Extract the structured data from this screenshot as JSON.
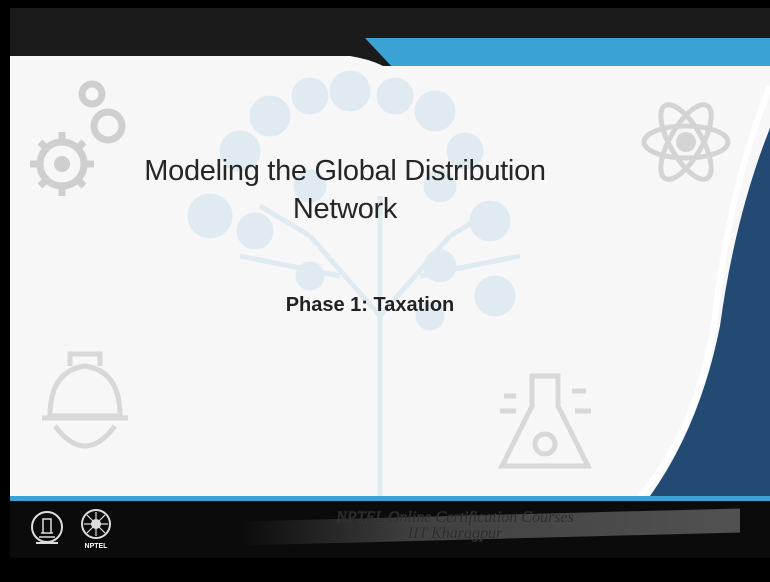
{
  "slide": {
    "title_line1": "Modeling the Global Distribution",
    "title_line2": "Network",
    "subtitle": "Phase 1: Taxation"
  },
  "footer": {
    "line1": "NPTEL Online Certification Courses",
    "line2": "IIT Kharagpur",
    "nptel_label": "NPTEL"
  },
  "colors": {
    "accent_blue": "#3aa3d3",
    "navy": "#234a73",
    "dark": "#1b1b1b"
  },
  "icons": [
    "gears-icon",
    "atom-icon",
    "hardhat-icon",
    "flask-icon",
    "tech-tree-icon",
    "iit-kharagpur-logo",
    "nptel-logo"
  ]
}
